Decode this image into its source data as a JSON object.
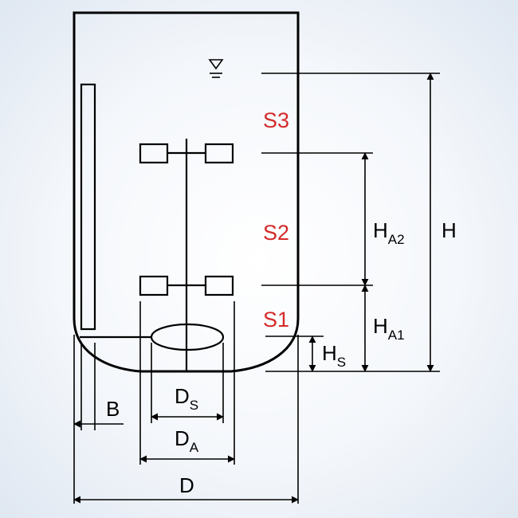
{
  "sections": {
    "s3": "S3",
    "s2": "S2",
    "s1": "S1"
  },
  "dims": {
    "H": "H",
    "HA2": {
      "main": "H",
      "sub": "A2"
    },
    "HA1": {
      "main": "H",
      "sub": "A1"
    },
    "HS": {
      "main": "H",
      "sub": "S"
    },
    "B": "B",
    "DS": {
      "main": "D",
      "sub": "S"
    },
    "DA": {
      "main": "D",
      "sub": "A"
    },
    "D": "D"
  },
  "colors": {
    "section_label": "#d42a2a",
    "line": "#000000"
  },
  "icons": {
    "liquid_level": "water-level-triangle-icon"
  }
}
